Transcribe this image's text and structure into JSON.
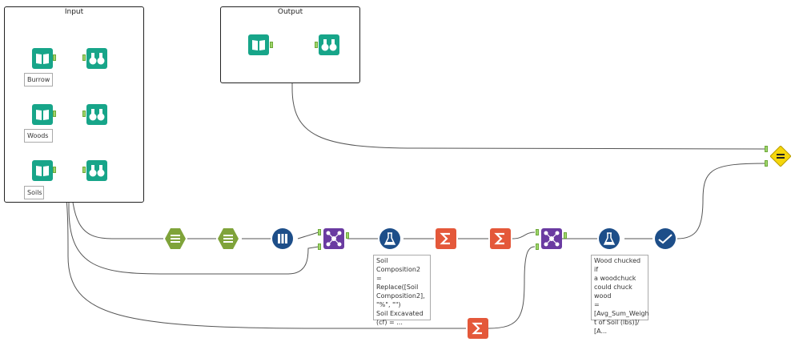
{
  "containers": {
    "input_title": "Input",
    "output_title": "Output"
  },
  "labels": {
    "burrow": "Burrow",
    "woods": "Woods",
    "soils": "Soils",
    "formula1": "Soil\nComposition2 =\nReplace([Soil\nComposition2],\n\"%\", \"\")\nSoil Excavated\n(cf) = ...",
    "formula2": "Wood chucked if\na woodchuck\ncould chuck wood\n=\n[Avg_Sum_Weigh\nt of Soil (lbs)]/\n[A..."
  },
  "colors": {
    "teal": "#17a589",
    "olive": "#7fa33a",
    "navy": "#1d4e89",
    "purple": "#6a3ba1",
    "orange": "#e4583a",
    "yellow": "#f5d60b",
    "wire": "#555555"
  },
  "icons": {
    "input": "book-icon",
    "browse": "binoculars-icon",
    "filter": "filter-icon",
    "select": "select-columns-icon",
    "join": "join-icon",
    "formula": "flask-icon",
    "summarize": "sigma-icon",
    "test": "checkmark-icon",
    "expect": "equals-icon"
  }
}
